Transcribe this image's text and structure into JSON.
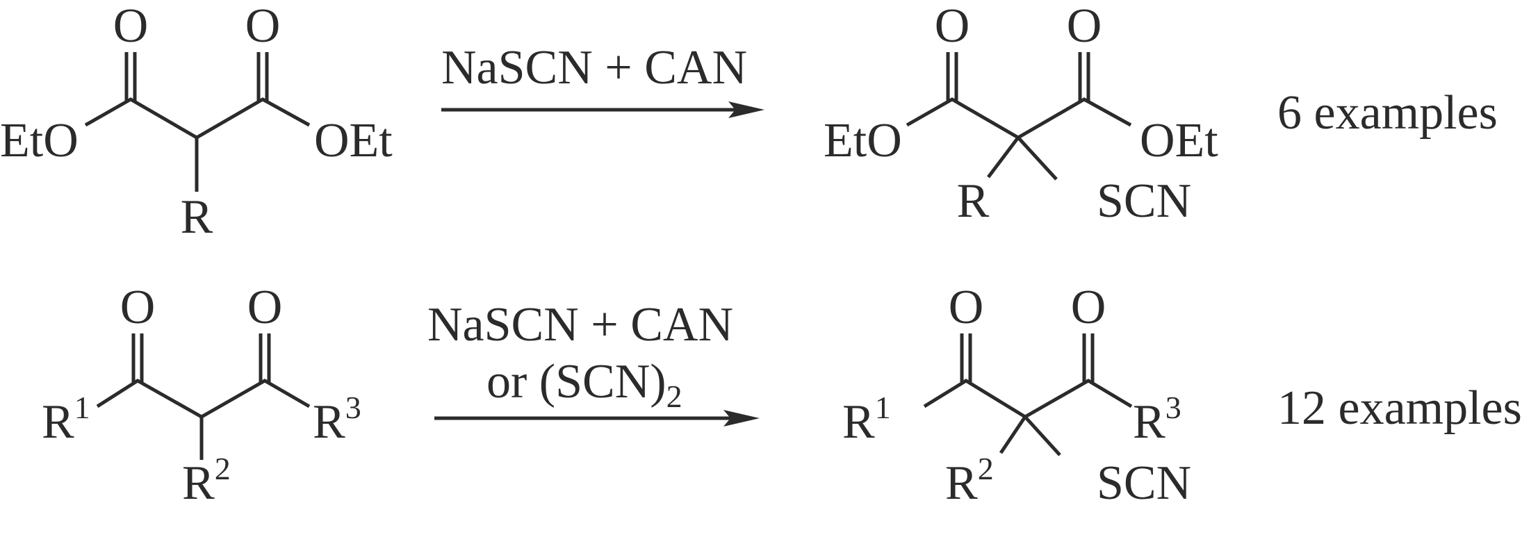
{
  "reaction1": {
    "reactant": {
      "carbonyl_o_left": "O",
      "carbonyl_o_right": "O",
      "left_group": "EtO",
      "right_group": "OEt",
      "substituent": "R"
    },
    "reagent": "NaSCN + CAN",
    "product": {
      "carbonyl_o_left": "O",
      "carbonyl_o_right": "O",
      "left_group": "EtO",
      "right_group": "OEt",
      "substituent": "R",
      "new_group": "SCN"
    },
    "note": "6 examples"
  },
  "reaction2": {
    "reactant": {
      "carbonyl_o_left": "O",
      "carbonyl_o_right": "O",
      "left_r": "R",
      "left_sup": "1",
      "mid_r": "R",
      "mid_sup": "2",
      "right_r": "R",
      "right_sup": "3"
    },
    "reagent_line1": "NaSCN + CAN",
    "reagent_line2": "or (SCN)",
    "reagent_line2_sub": "2",
    "product": {
      "carbonyl_o_left": "O",
      "carbonyl_o_right": "O",
      "left_r": "R",
      "left_sup": "1",
      "mid_r": "R",
      "mid_sup": "2",
      "right_r": "R",
      "right_sup": "3",
      "new_group": "SCN"
    },
    "note": "12 examples"
  }
}
